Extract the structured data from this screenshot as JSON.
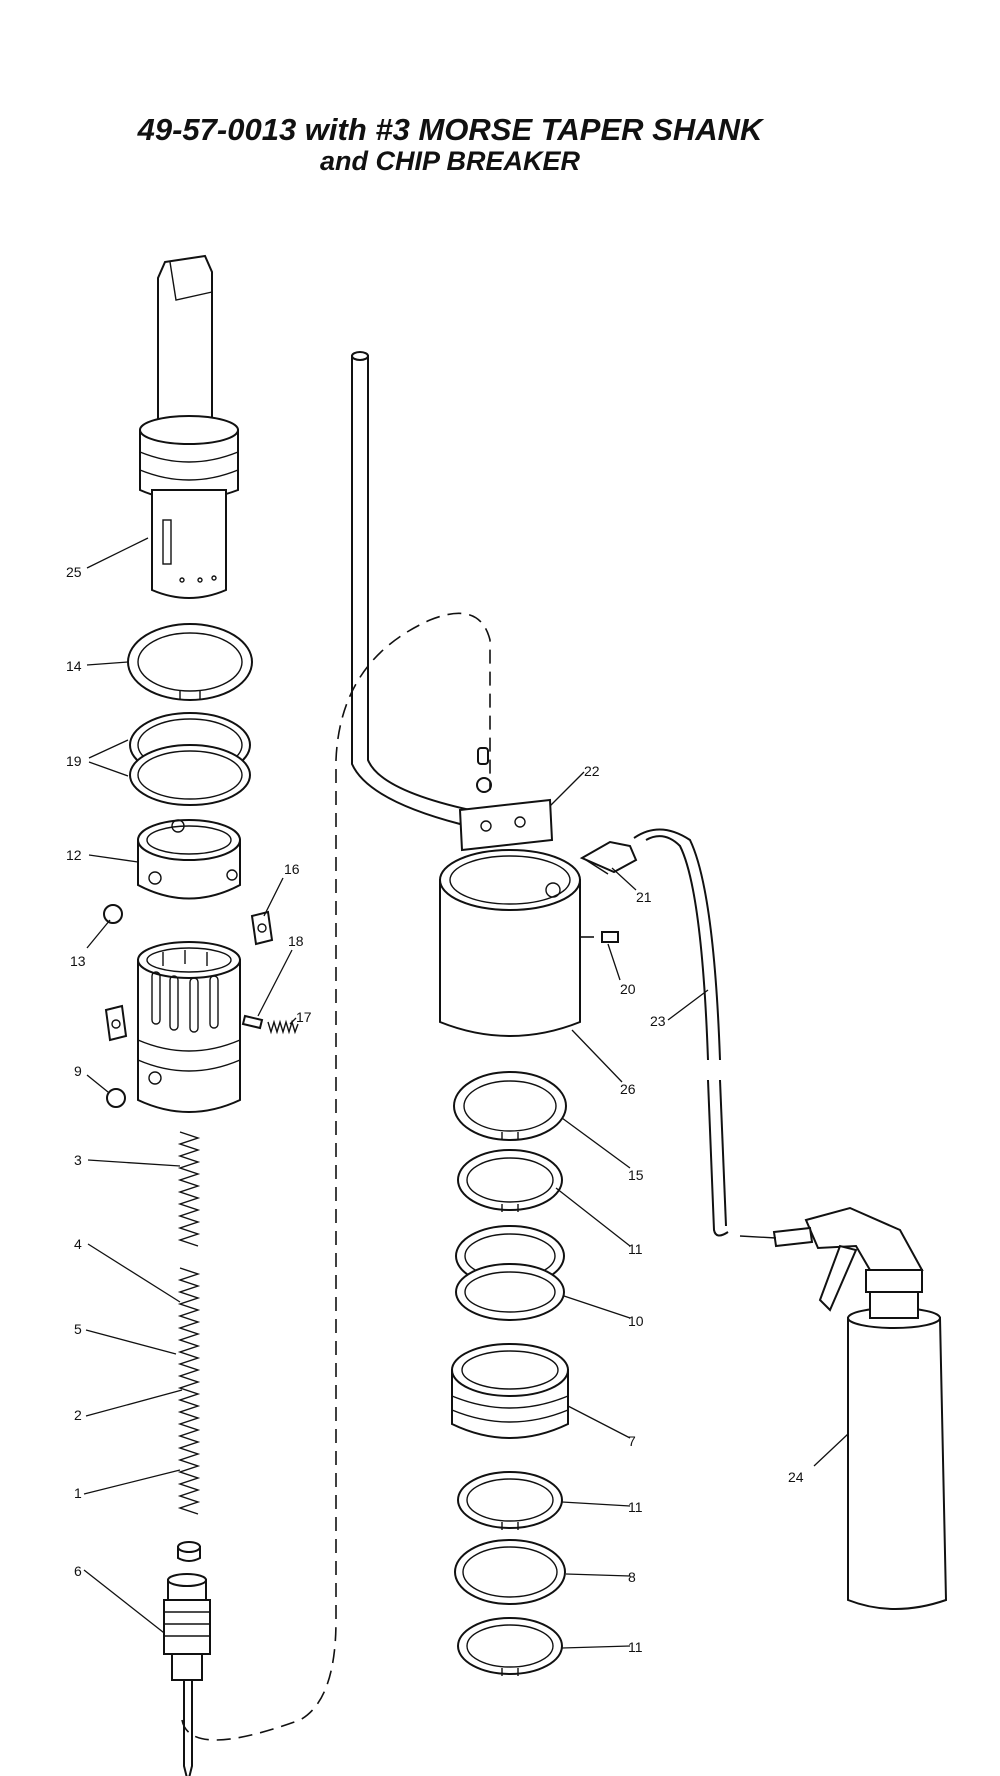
{
  "title": {
    "line1": "49-57-0013  with #3 MORSE TAPER SHANK",
    "line2": "and CHIP BREAKER"
  },
  "callouts": [
    {
      "id": "c25",
      "text": "25"
    },
    {
      "id": "c14",
      "text": "14"
    },
    {
      "id": "c19",
      "text": "19"
    },
    {
      "id": "c12",
      "text": "12"
    },
    {
      "id": "c16",
      "text": "16"
    },
    {
      "id": "c13",
      "text": "13"
    },
    {
      "id": "c18",
      "text": "18"
    },
    {
      "id": "c17",
      "text": "17"
    },
    {
      "id": "c9",
      "text": "9"
    },
    {
      "id": "c3",
      "text": "3"
    },
    {
      "id": "c4",
      "text": "4"
    },
    {
      "id": "c5",
      "text": "5"
    },
    {
      "id": "c2",
      "text": "2"
    },
    {
      "id": "c1",
      "text": "1"
    },
    {
      "id": "c6",
      "text": "6"
    },
    {
      "id": "c22",
      "text": "22"
    },
    {
      "id": "c21",
      "text": "21"
    },
    {
      "id": "c20",
      "text": "20"
    },
    {
      "id": "c23",
      "text": "23"
    },
    {
      "id": "c26",
      "text": "26"
    },
    {
      "id": "c15",
      "text": "15"
    },
    {
      "id": "c11a",
      "text": "11"
    },
    {
      "id": "c10",
      "text": "10"
    },
    {
      "id": "c7",
      "text": "7"
    },
    {
      "id": "c11b",
      "text": "11"
    },
    {
      "id": "c8",
      "text": "8"
    },
    {
      "id": "c11c",
      "text": "11"
    },
    {
      "id": "c24",
      "text": "24"
    }
  ]
}
